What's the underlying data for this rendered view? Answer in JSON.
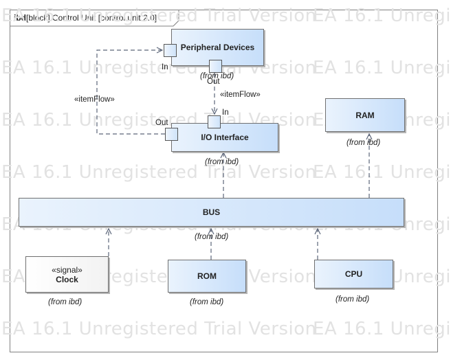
{
  "frame": {
    "kind": "ibd",
    "title": "[block] Control Unit [control unit 2.0]"
  },
  "watermark": "EA 16.1 Unregistered Trial Version",
  "blocks": {
    "peripheral": {
      "name": "Peripheral Devices",
      "from": "(from ibd)"
    },
    "io": {
      "name": "I/O Interface",
      "from": "(from ibd)"
    },
    "ram": {
      "name": "RAM",
      "from": "(from ibd)"
    },
    "bus": {
      "name": "BUS",
      "from": "(from ibd)"
    },
    "clock": {
      "stereotype": "«signal»",
      "name": "Clock",
      "from": "(from ibd)"
    },
    "rom": {
      "name": "ROM",
      "from": "(from ibd)"
    },
    "cpu": {
      "name": "CPU",
      "from": "(from ibd)"
    }
  },
  "ports": {
    "peripheral_in": "In",
    "peripheral_out": "Out",
    "io_in": "In",
    "io_out": "Out"
  },
  "flows": {
    "left_flow": "«itemFlow»",
    "right_flow": "«itemFlow»"
  },
  "colors": {
    "block_fill_start": "#eaf3fd",
    "block_fill_end": "#c6defa",
    "connector": "#5a6478",
    "watermark": "#e2e2e2"
  }
}
